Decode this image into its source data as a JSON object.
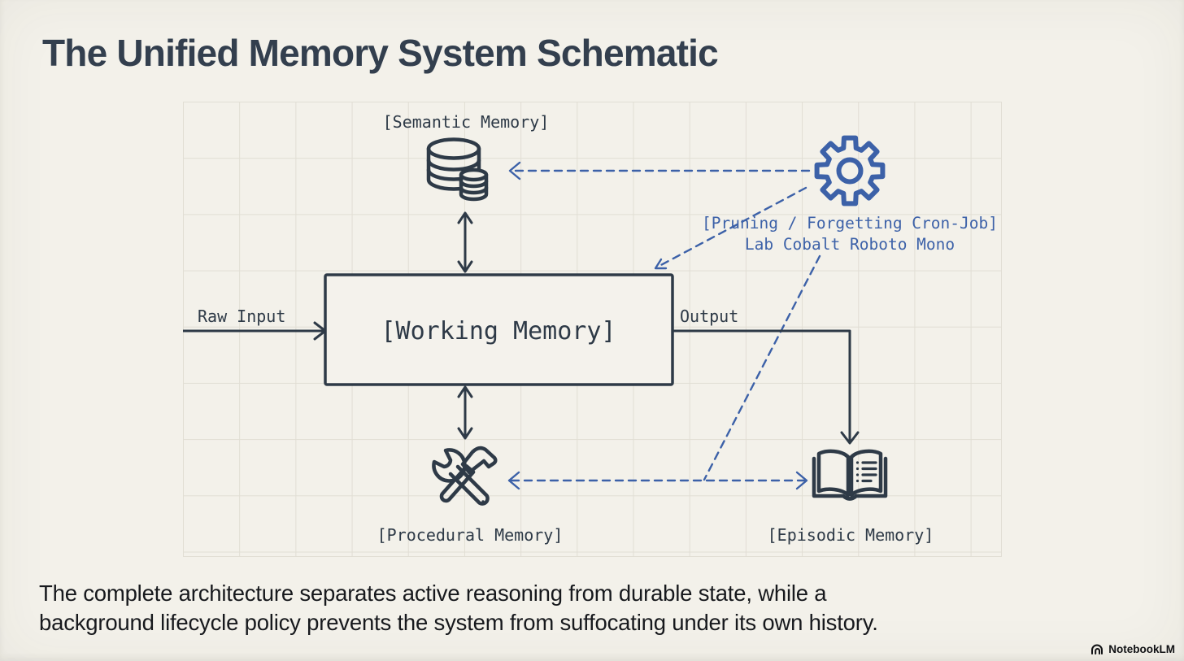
{
  "page": {
    "title": "The Unified Memory System Schematic",
    "caption": {
      "line1": "The complete architecture separates active reasoning from durable state, while a",
      "line2": "background lifecycle policy prevents the system from suffocating under its own history."
    },
    "watermark": {
      "brand": "NotebookLM"
    }
  },
  "diagram": {
    "nodes": {
      "semantic_memory": {
        "label": "[Semantic Memory]",
        "icon": "database-icon"
      },
      "working_memory": {
        "label": "[Working Memory]"
      },
      "procedural_memory": {
        "label": "[Procedural Memory]",
        "icon": "crossed-tools-icon"
      },
      "episodic_memory": {
        "label": "[Episodic Memory]",
        "icon": "open-book-icon"
      },
      "pruning_job": {
        "line1": "[Pruning / Forgetting Cron-Job]",
        "line2": "Lab Cobalt Roboto Mono",
        "icon": "gear-icon"
      }
    },
    "edges": {
      "raw_input_label": "Raw Input",
      "output_label": "Output"
    },
    "colors": {
      "background": "#f3f1ea",
      "grid_line": "#e1ded4",
      "ink": "#2e3a47",
      "accent_blue": "#3c61a8",
      "title_text": "#333f4e",
      "caption_text": "#17191d"
    }
  }
}
